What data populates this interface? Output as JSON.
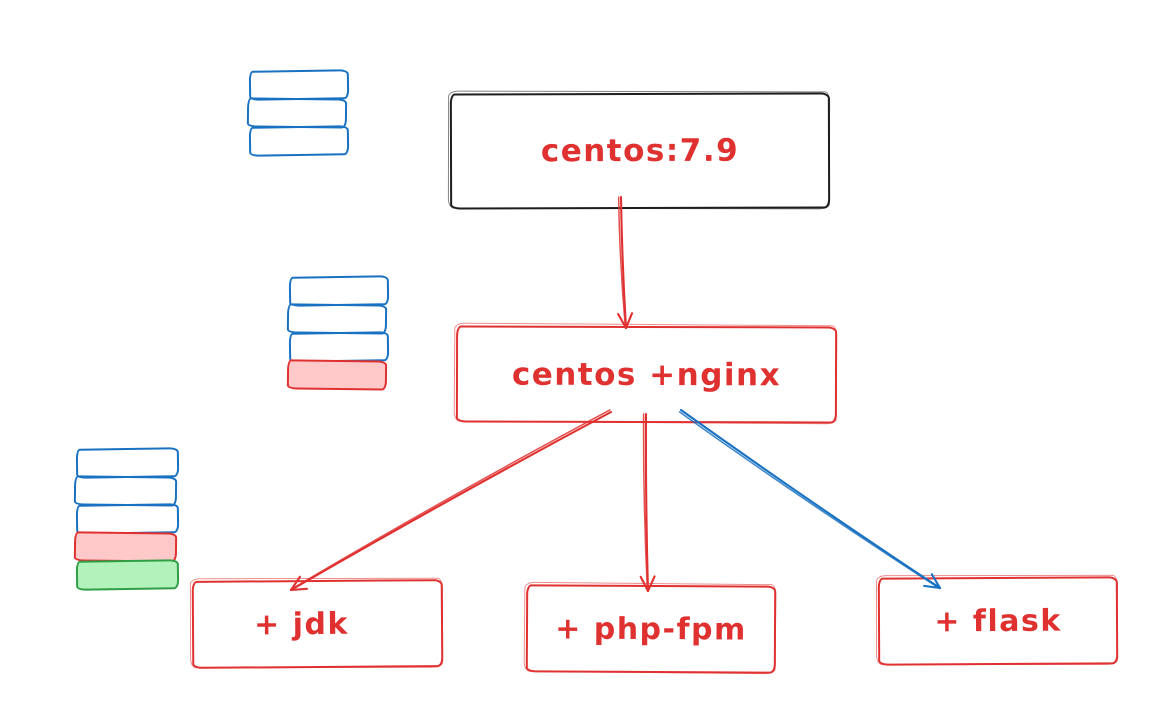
{
  "diagram": {
    "title": "docker image layers diagram",
    "colors": {
      "red": "#e03131",
      "blue": "#1971c2",
      "green": "#2f9e44",
      "black": "#1e1e1e",
      "pink_fill": "#ffc9c9",
      "green_fill": "#b2f2bb",
      "background": "#ffffff"
    },
    "nodes": {
      "base": {
        "label": "centos:7.9",
        "border_color": "#1e1e1e",
        "text_color": "#e03131"
      },
      "nginx": {
        "label": "centos +nginx",
        "border_color": "#e03131",
        "text_color": "#e03131"
      },
      "jdk": {
        "label": "+ jdk",
        "border_color": "#e03131",
        "text_color": "#e03131"
      },
      "php": {
        "label": "+ php-fpm",
        "border_color": "#e03131",
        "text_color": "#e03131"
      },
      "flask": {
        "label": "+ flask",
        "border_color": "#e03131",
        "text_color": "#e03131"
      }
    },
    "layer_styles": {
      "blue": {
        "stroke": "#1971c2",
        "fill": "transparent"
      },
      "red": {
        "stroke": "#e03131",
        "fill": "#ffc9c9"
      },
      "green": {
        "stroke": "#2f9e44",
        "fill": "#b2f2bb"
      }
    },
    "layer_stacks": [
      {
        "name": "layer-stack-base",
        "layers": [
          "blue",
          "blue",
          "blue"
        ]
      },
      {
        "name": "layer-stack-nginx",
        "layers": [
          "blue",
          "blue",
          "blue",
          "red"
        ]
      },
      {
        "name": "layer-stack-app",
        "layers": [
          "blue",
          "blue",
          "blue",
          "red",
          "green"
        ]
      }
    ],
    "arrows": [
      {
        "name": "arrow-base-to-nginx",
        "from": "base",
        "to": "nginx",
        "color": "#e03131"
      },
      {
        "name": "arrow-nginx-to-jdk",
        "from": "nginx",
        "to": "jdk",
        "color": "#e03131"
      },
      {
        "name": "arrow-nginx-to-php",
        "from": "nginx",
        "to": "php",
        "color": "#e03131"
      },
      {
        "name": "arrow-nginx-to-flask",
        "from": "nginx",
        "to": "flask",
        "color": "#1971c2"
      }
    ]
  }
}
